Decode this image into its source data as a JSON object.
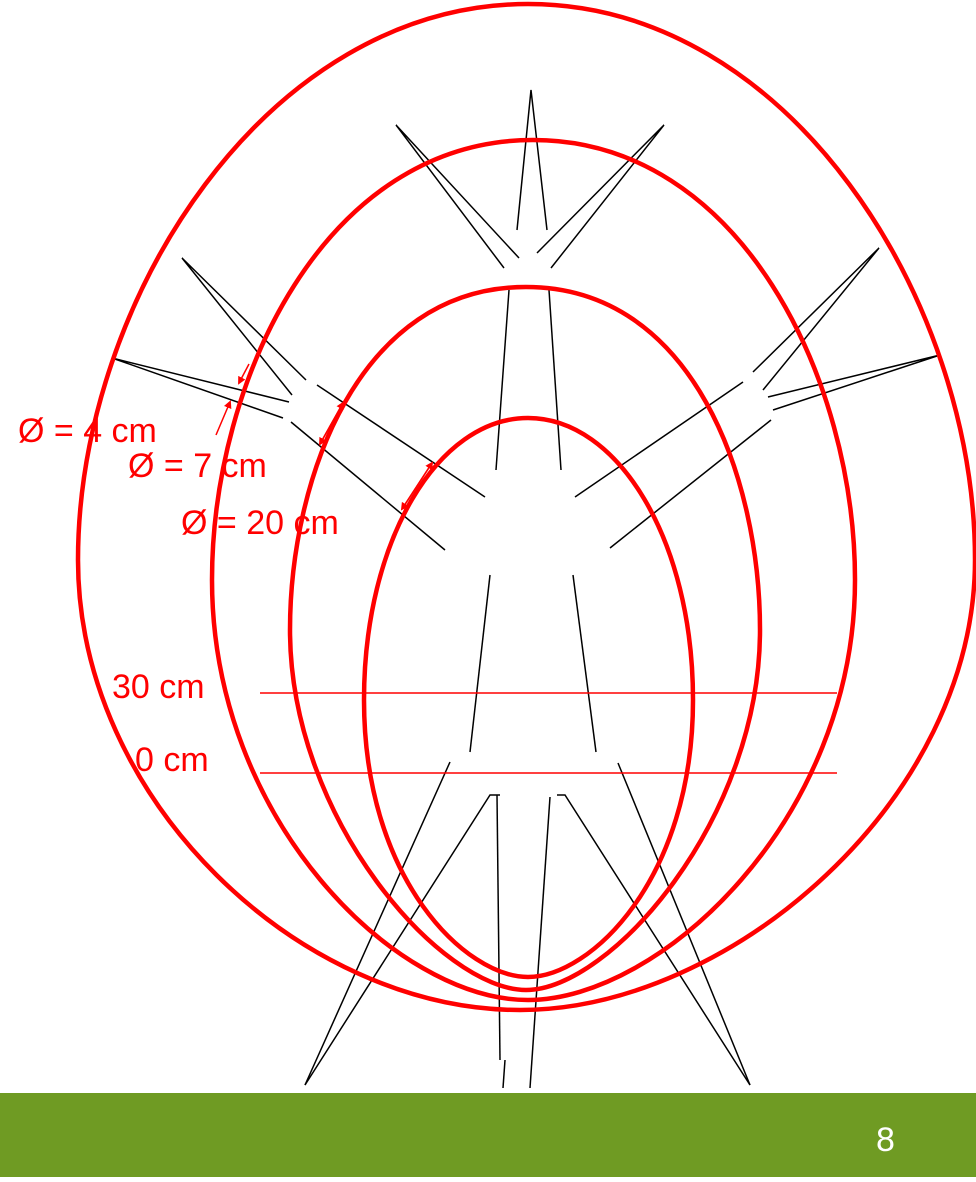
{
  "labels": {
    "diameter_4": "Ø = 4 cm",
    "diameter_7": "Ø = 7 cm",
    "diameter_20": "Ø = 20 cm",
    "height_30": "30 cm",
    "height_0": "0 cm"
  },
  "footer": {
    "page_number": "8"
  },
  "colors": {
    "annotation": "#ff0000",
    "tree_lines": "#000000",
    "footer_bar": "#6f9b23",
    "page_number": "#ffffff"
  }
}
